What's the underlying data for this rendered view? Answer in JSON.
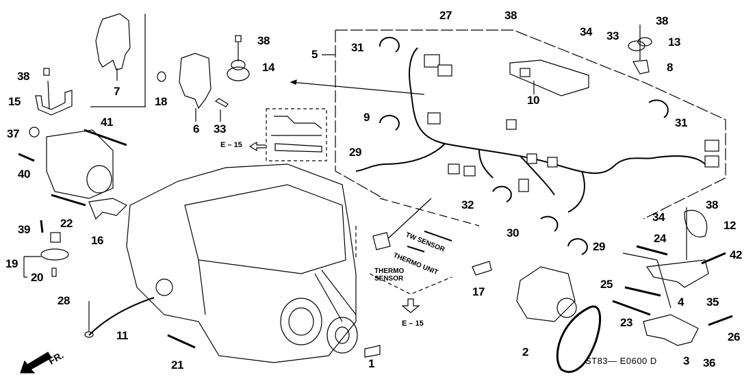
{
  "diagram": {
    "title": "Engine Wire Harness / Engine Sub-Assembly Parts Diagram",
    "code": "ST83— E0600 D",
    "direction_label": "FR.",
    "cross_refs": [
      "E – 15",
      "E – 15"
    ],
    "sensor_notes": [
      "TW SENSOR",
      "THERMO UNIT",
      "THERMO\nSENSOR"
    ],
    "callouts": [
      {
        "num": "1",
        "part": "label"
      },
      {
        "num": "2",
        "part": "alternator-belt"
      },
      {
        "num": "3",
        "part": "alternator-bracket"
      },
      {
        "num": "4",
        "part": "alternator-adjusting-bracket"
      },
      {
        "num": "5",
        "part": "engine-wire-harness"
      },
      {
        "num": "6",
        "part": "bracket"
      },
      {
        "num": "7",
        "part": "bracket"
      },
      {
        "num": "8",
        "part": "stay"
      },
      {
        "num": "9",
        "part": "harness-holder"
      },
      {
        "num": "10",
        "part": "harness-cover"
      },
      {
        "num": "11",
        "part": "ground-cable"
      },
      {
        "num": "12",
        "part": "clamp"
      },
      {
        "num": "13",
        "part": "clamp"
      },
      {
        "num": "14",
        "part": "clamp"
      },
      {
        "num": "15",
        "part": "stay"
      },
      {
        "num": "16",
        "part": "stay"
      },
      {
        "num": "17",
        "part": "oil-pressure-switch"
      },
      {
        "num": "18",
        "part": "washer"
      },
      {
        "num": "19",
        "part": "sensor-assembly"
      },
      {
        "num": "20",
        "part": "o-ring"
      },
      {
        "num": "21",
        "part": "bolt"
      },
      {
        "num": "22",
        "part": "bolt"
      },
      {
        "num": "23",
        "part": "bolt"
      },
      {
        "num": "24",
        "part": "bolt"
      },
      {
        "num": "25",
        "part": "bolt"
      },
      {
        "num": "26",
        "part": "bolt"
      },
      {
        "num": "27",
        "part": "bolt"
      },
      {
        "num": "28",
        "part": "bolt"
      },
      {
        "num": "29",
        "part": "harness-band"
      },
      {
        "num": "29",
        "part": "harness-band"
      },
      {
        "num": "30",
        "part": "harness-band"
      },
      {
        "num": "31",
        "part": "harness-band"
      },
      {
        "num": "31",
        "part": "harness-band"
      },
      {
        "num": "32",
        "part": "harness-band"
      },
      {
        "num": "33",
        "part": "bolt"
      },
      {
        "num": "33",
        "part": "bolt"
      },
      {
        "num": "34",
        "part": "nut"
      },
      {
        "num": "34",
        "part": "nut"
      },
      {
        "num": "35",
        "part": "nut"
      },
      {
        "num": "36",
        "part": "nut"
      },
      {
        "num": "37",
        "part": "nut"
      },
      {
        "num": "38",
        "part": "bolt"
      },
      {
        "num": "38",
        "part": "bolt"
      },
      {
        "num": "38",
        "part": "bolt"
      },
      {
        "num": "38",
        "part": "bolt"
      },
      {
        "num": "38",
        "part": "bolt"
      },
      {
        "num": "39",
        "part": "bolt"
      },
      {
        "num": "40",
        "part": "bolt"
      },
      {
        "num": "41",
        "part": "bolt"
      },
      {
        "num": "42",
        "part": "bolt"
      }
    ]
  }
}
